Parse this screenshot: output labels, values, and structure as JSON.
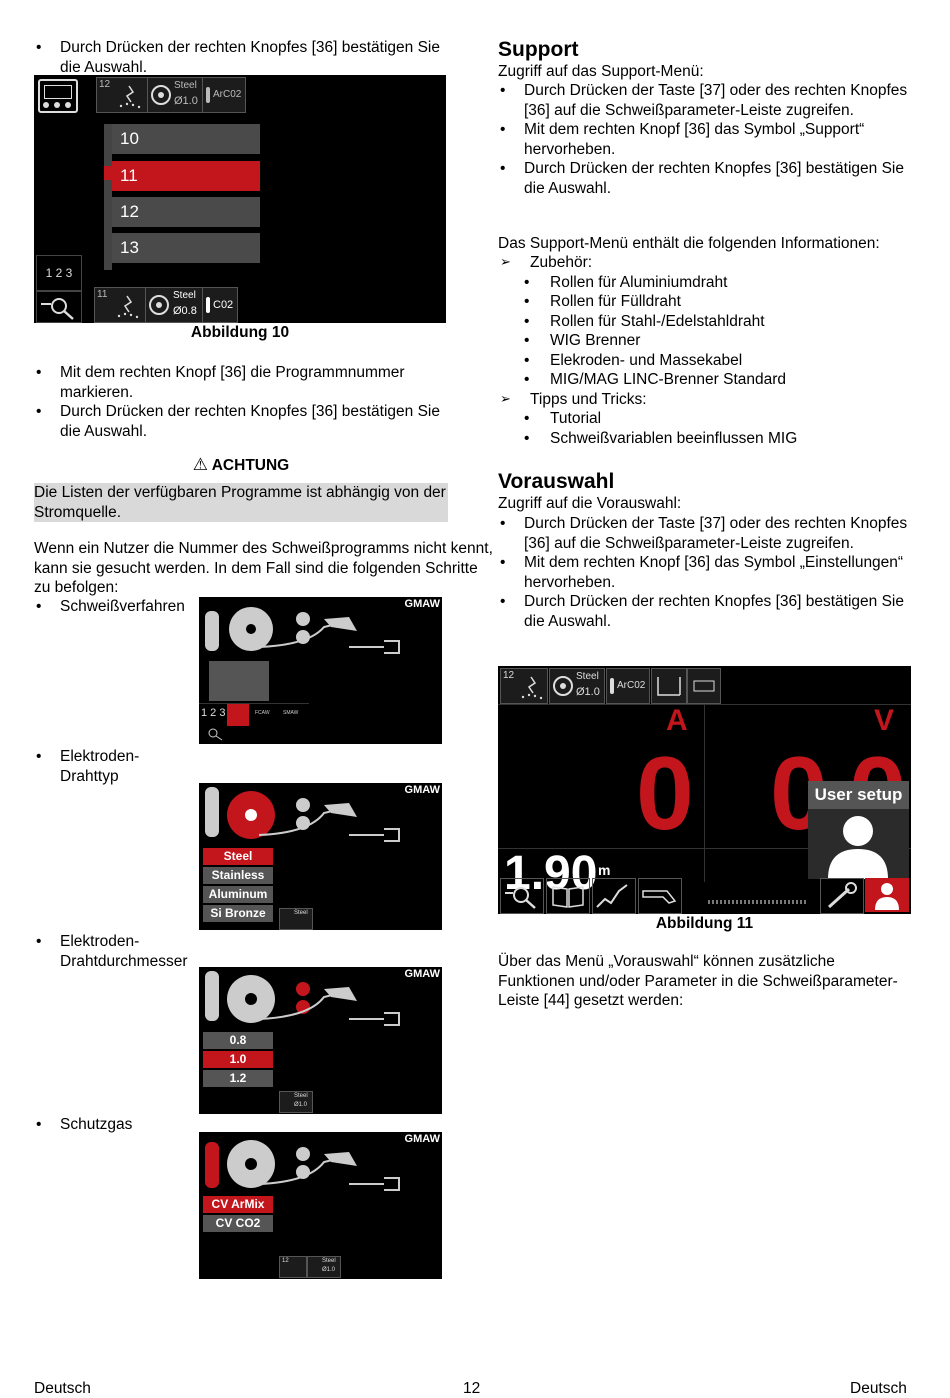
{
  "left": {
    "bullet_top": "Durch Drücken der rechten Knopfes [36] bestätigen Sie die Auswahl.",
    "fig10": {
      "top_num": "12",
      "steel": "Steel",
      "dia_top": "Ø1.0",
      "gas_top": "ArC02",
      "items": [
        "10",
        "11",
        "12",
        "13"
      ],
      "selected": "11",
      "icon_prog": "1 2 3",
      "bot_num": "11",
      "dia_bot": "Ø0.8",
      "gas_bot": "C02",
      "caption": "Abbildung 10"
    },
    "bullets_mid": [
      "Mit dem rechten Knopf [36] die Programmnummer markieren.",
      "Durch Drücken der rechten Knopfes [36] bestätigen Sie die Auswahl."
    ],
    "warning_title": "ACHTUNG",
    "warning_text": "Die Listen der verfügbaren Programme ist abhängig von der Stromquelle.",
    "para": "Wenn ein Nutzer die Nummer des Schweißprogramms nicht kennt, kann sie gesucht werden. In dem Fall sind die folgenden Schritte zu befolgen:",
    "steps": [
      {
        "label": "Schweißverfahren"
      },
      {
        "label": "Elektroden-Drahttyp"
      },
      {
        "label": "Elektroden-Drahtdurchmesser"
      },
      {
        "label": "Schutzgas"
      }
    ],
    "gmaw": "GMAW",
    "wire_types": [
      "Steel",
      "Stainless",
      "Aluminum",
      "Si Bronze"
    ],
    "wire_type_selected": "Steel",
    "diameters": [
      "0.8",
      "1.0",
      "1.2"
    ],
    "diameter_selected": "1.0",
    "gases": [
      "CV ArMix",
      "CV CO2"
    ],
    "gas_selected": "CV ArMix",
    "mini_steel": "Steel",
    "mini_dia": "Ø1.0",
    "mini_num": "12",
    "process_labels": [
      "FCAW",
      "SMAW"
    ]
  },
  "right": {
    "support": {
      "title": "Support",
      "intro": "Zugriff auf das Support-Menü:",
      "bullets": [
        "Durch Drücken der Taste [37] oder des rechten Knopfes [36] auf die Schweißparameter-Leiste zugreifen.",
        "Mit dem rechten Knopf [36] das Symbol „Support“ hervorheben.",
        "Durch Drücken der rechten Knopfes [36] bestätigen Sie die Auswahl."
      ],
      "info_intro": "Das Support-Menü enthält die folgenden Informationen:",
      "groups": [
        {
          "title": "Zubehör:",
          "items": [
            "Rollen für Aluminiumdraht",
            "Rollen für Fülldraht",
            "Rollen für Stahl-/Edelstahldraht",
            "WIG Brenner",
            "Elekroden- und Massekabel",
            "MIG/MAG LINC-Brenner Standard"
          ]
        },
        {
          "title": "Tipps und Tricks:",
          "items": [
            "Tutorial",
            "Schweißvariablen beeinflussen MIG"
          ]
        }
      ]
    },
    "vorauswahl": {
      "title": "Vorauswahl",
      "intro": "Zugriff auf die Vorauswahl:",
      "bullets": [
        "Durch Drücken der Taste [37] oder des rechten Knopfes [36] auf die Schweißparameter-Leiste zugreifen.",
        "Mit dem rechten Knopf [36] das Symbol „Einstellungen“ hervorheben.",
        "Durch Drücken der rechten Knopfes [36] bestätigen Sie die Auswahl."
      ],
      "fig11": {
        "num": "12",
        "steel": "Steel",
        "dia": "Ø1.0",
        "gas": "ArC02",
        "amp_label": "A",
        "volt_label": "V",
        "amp_value": "0",
        "volt_value": "0.0",
        "wfs_value": "1.90",
        "wfs_unit": "m",
        "popup": "User setup",
        "caption": "Abbildung 11"
      },
      "outro": "Über das Menü „Vorauswahl“ können zusätzliche Funktionen und/oder Parameter in die Schweißparameter-Leiste [44] gesetzt werden:"
    }
  },
  "footer": {
    "left": "Deutsch",
    "page": "12",
    "right": "Deutsch"
  },
  "colors": {
    "accent_red": "#c3161c",
    "screen_bg": "#000000",
    "warning_bg": "#d9d9d9"
  }
}
